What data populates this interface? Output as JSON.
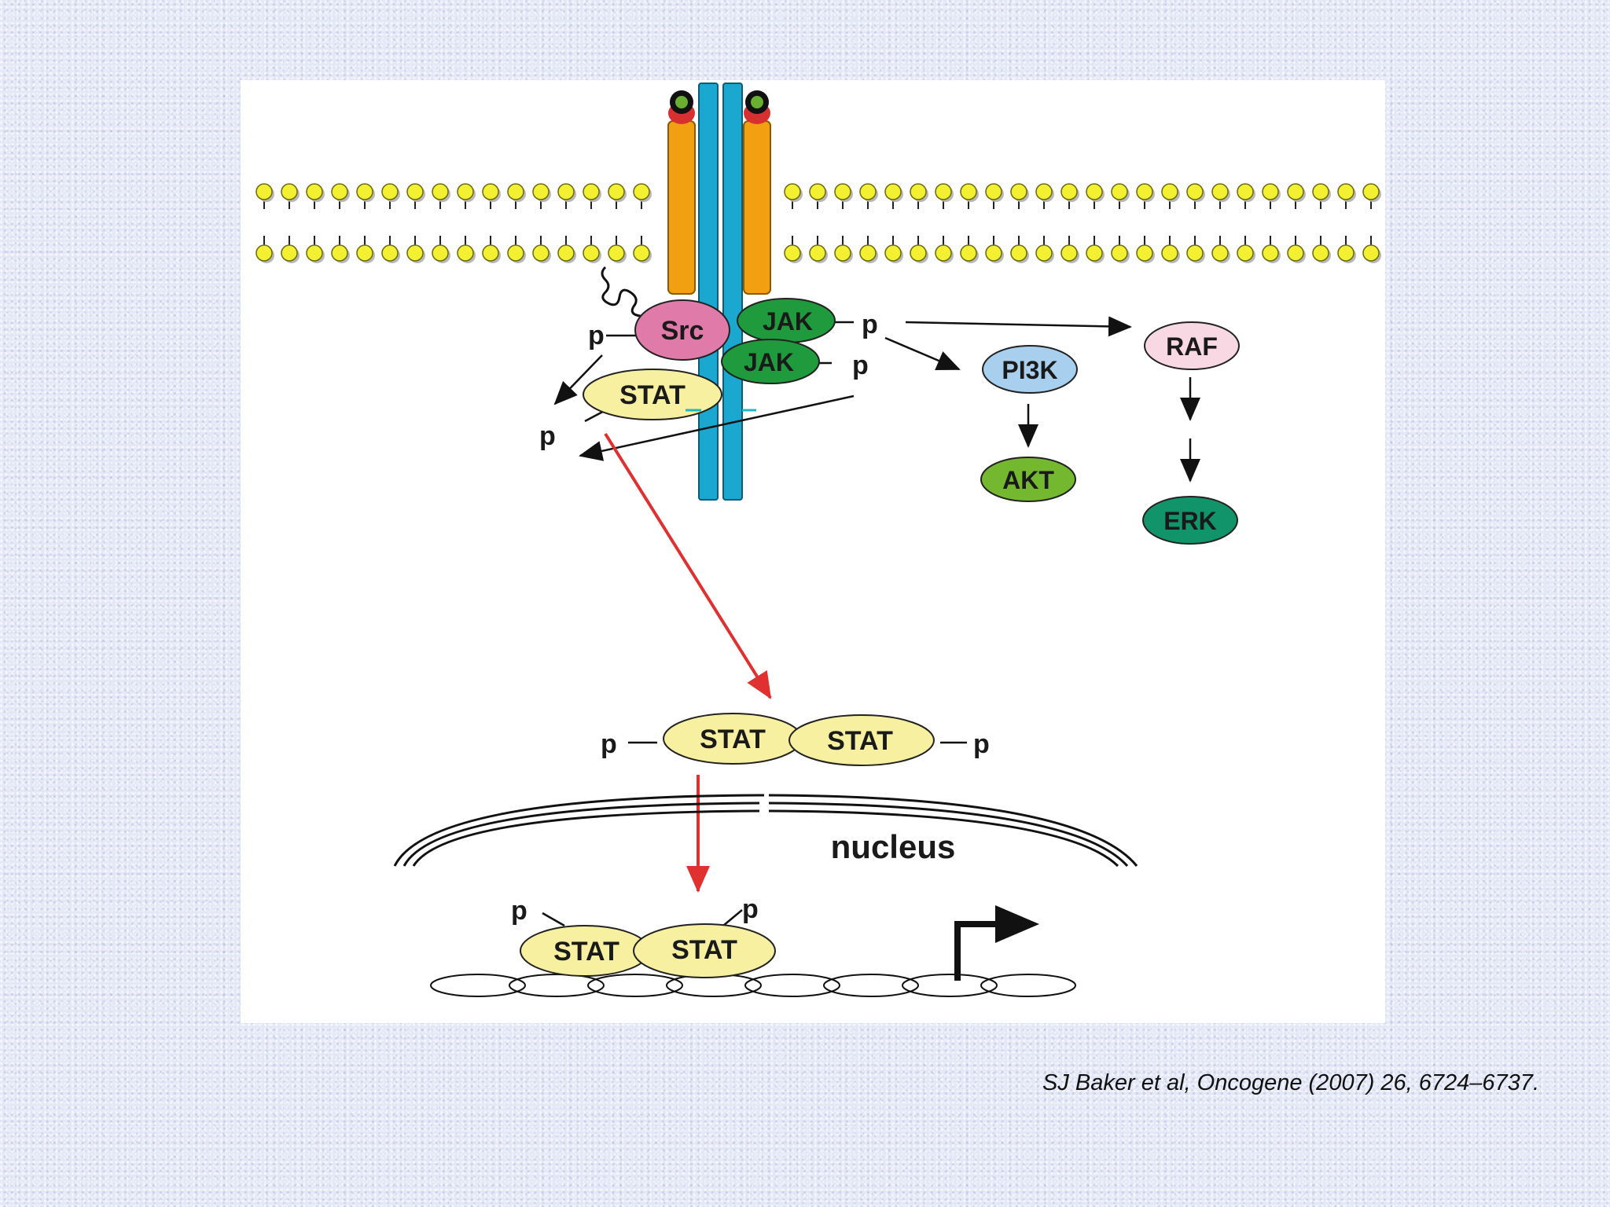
{
  "diagram": {
    "proteins": {
      "src": "Src",
      "jak_top": "JAK",
      "jak_bottom": "JAK",
      "stat_receptor": "STAT",
      "pi3k": "PI3K",
      "akt": "AKT",
      "raf": "RAF",
      "erk": "ERK",
      "stat_dimer_left": "STAT",
      "stat_dimer_right": "STAT",
      "stat_dna_left": "STAT",
      "stat_dna_right": "STAT"
    },
    "phospho_label": "p",
    "nucleus_label": "nucleus",
    "colors": {
      "membrane_head": "#f2f030",
      "receptor_orange": "#f0a010",
      "receptor_blue": "#1aa8d0",
      "src": "#e07aa8",
      "jak": "#1f9a3c",
      "stat": "#f6f0a0",
      "pi3k": "#a9cfee",
      "akt": "#74b830",
      "raf": "#f8d8e2",
      "erk": "#12946a",
      "red_arrow": "#e03030"
    }
  },
  "citation": "SJ Baker et al, Oncogene (2007) 26, 6724–6737."
}
